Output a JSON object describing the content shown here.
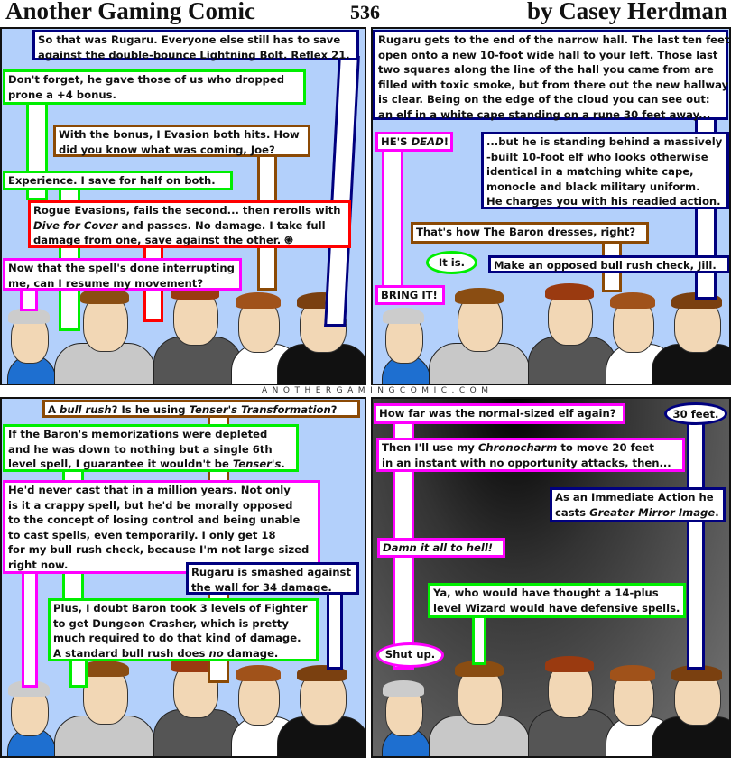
{
  "header": {
    "title": "Another Gaming Comic",
    "number": "536",
    "byline": "by Casey Herdman",
    "watermark": "ANOTHERGAMINGCOMIC.COM"
  },
  "colors": {
    "gm": "#00007f",
    "green": "#00ee00",
    "brown": "#8b4a05",
    "red": "#ff0000",
    "magenta": "#ff00ff",
    "sky": "#b3d0fb"
  },
  "panels": [
    {
      "bubbles": [
        {
          "id": "b1",
          "lines": [
            [
              "So that was Rugaru. Everyone else still has to save"
            ],
            [
              "against the double-bounce Lightning Bolt. Reflex 21."
            ]
          ]
        },
        {
          "id": "b2",
          "lines": [
            [
              "Don't forget, he gave those of us who dropped"
            ],
            [
              "prone a +4 bonus."
            ]
          ]
        },
        {
          "id": "b3",
          "lines": [
            [
              "With the bonus, I Evasion both hits. How"
            ],
            [
              "did you know what was coming, Joe?"
            ]
          ]
        },
        {
          "id": "b4",
          "lines": [
            [
              "Experience. I save for half on both."
            ]
          ]
        },
        {
          "id": "b5",
          "lines": [
            [
              "Rogue Evasions, fails the second... then rerolls with"
            ],
            [
              {
                "i": "Dive for Cover"
              },
              " and passes. No damage. I take full"
            ],
            [
              "damage from one, save against the other. ֎"
            ]
          ]
        },
        {
          "id": "b6",
          "lines": [
            [
              "Now that the spell's done interrupting"
            ],
            [
              "me, can I resume my movement?"
            ]
          ]
        }
      ]
    },
    {
      "bubbles": [
        {
          "id": "b7",
          "lines": [
            [
              "Rugaru gets to the end of the narrow hall. The last ten feet"
            ],
            [
              "open onto a new 10-foot wide hall to your left. Those last"
            ],
            [
              "two squares along the line of the hall you came from are"
            ],
            [
              "filled with toxic smoke, but from there out the new hallway"
            ],
            [
              "is clear. Being on the edge of the cloud you can see out:"
            ],
            [
              "an elf in a white cape standing on a rune 30 feet away..."
            ]
          ]
        },
        {
          "id": "b8",
          "lines": [
            [
              "HE'S ",
              {
                "i": "DEAD"
              },
              "!"
            ]
          ]
        },
        {
          "id": "b9",
          "lines": [
            [
              "...but he is standing behind a massively"
            ],
            [
              "-built 10-foot elf who looks otherwise"
            ],
            [
              "identical in a matching white cape,"
            ],
            [
              "monocle and black military uniform."
            ],
            [
              "He charges you with his readied action."
            ]
          ]
        },
        {
          "id": "b10",
          "lines": [
            [
              "That's how The Baron dresses, right?"
            ]
          ]
        },
        {
          "id": "b11",
          "lines": [
            [
              "It is."
            ]
          ]
        },
        {
          "id": "b12",
          "lines": [
            [
              "Make an opposed bull rush check, Jill."
            ]
          ]
        },
        {
          "id": "b13",
          "lines": [
            [
              "BRING IT!"
            ]
          ]
        }
      ]
    },
    {
      "bubbles": [
        {
          "id": "b14",
          "lines": [
            [
              "A ",
              {
                "i": "bull rush"
              },
              "? Is he using ",
              {
                "i": "Tenser's Transformation"
              },
              "?"
            ]
          ]
        },
        {
          "id": "b15",
          "lines": [
            [
              "If the Baron's memorizations were depleted"
            ],
            [
              "and he was down to nothing but a single 6th"
            ],
            [
              "level spell, I guarantee it wouldn't be ",
              {
                "i": "Tenser's"
              },
              "."
            ]
          ]
        },
        {
          "id": "b16",
          "lines": [
            [
              "He'd never cast that in a million years. Not only"
            ],
            [
              "is it a crappy spell, but he'd be morally opposed"
            ],
            [
              "to the concept of losing control and being unable"
            ],
            [
              "to cast spells, even temporarily. I only get 18"
            ],
            [
              "for my bull rush check, because I'm not large sized"
            ],
            [
              "right now."
            ]
          ]
        },
        {
          "id": "b17",
          "lines": [
            [
              "Rugaru is smashed against"
            ],
            [
              "the wall for 34 damage."
            ]
          ]
        },
        {
          "id": "b18",
          "lines": [
            [
              "Plus, I doubt Baron took 3 levels of Fighter"
            ],
            [
              "to get Dungeon Crasher, which is pretty"
            ],
            [
              "much required to do that kind of damage."
            ],
            [
              "A standard bull rush does ",
              {
                "i": "no"
              },
              " damage."
            ]
          ]
        }
      ]
    },
    {
      "bubbles": [
        {
          "id": "b19",
          "lines": [
            [
              "How far was the normal-sized elf again?"
            ]
          ]
        },
        {
          "id": "b20",
          "lines": [
            [
              "30 feet."
            ]
          ]
        },
        {
          "id": "b21",
          "lines": [
            [
              "Then I'll use my ",
              {
                "i": "Chronocharm"
              },
              " to move 20 feet"
            ],
            [
              "in an instant with no opportunity attacks, then..."
            ]
          ]
        },
        {
          "id": "b22",
          "lines": [
            [
              "As an Immediate Action he"
            ],
            [
              "casts ",
              {
                "i": "Greater Mirror Image"
              },
              "."
            ]
          ]
        },
        {
          "id": "b23",
          "lines": [
            [
              {
                "i": "Damn it all to hell!"
              }
            ]
          ]
        },
        {
          "id": "b24",
          "lines": [
            [
              "Ya, who would have thought a 14-plus"
            ],
            [
              "level Wizard would have defensive spells."
            ]
          ]
        },
        {
          "id": "b25",
          "lines": [
            [
              "Shut up."
            ]
          ]
        }
      ]
    }
  ]
}
